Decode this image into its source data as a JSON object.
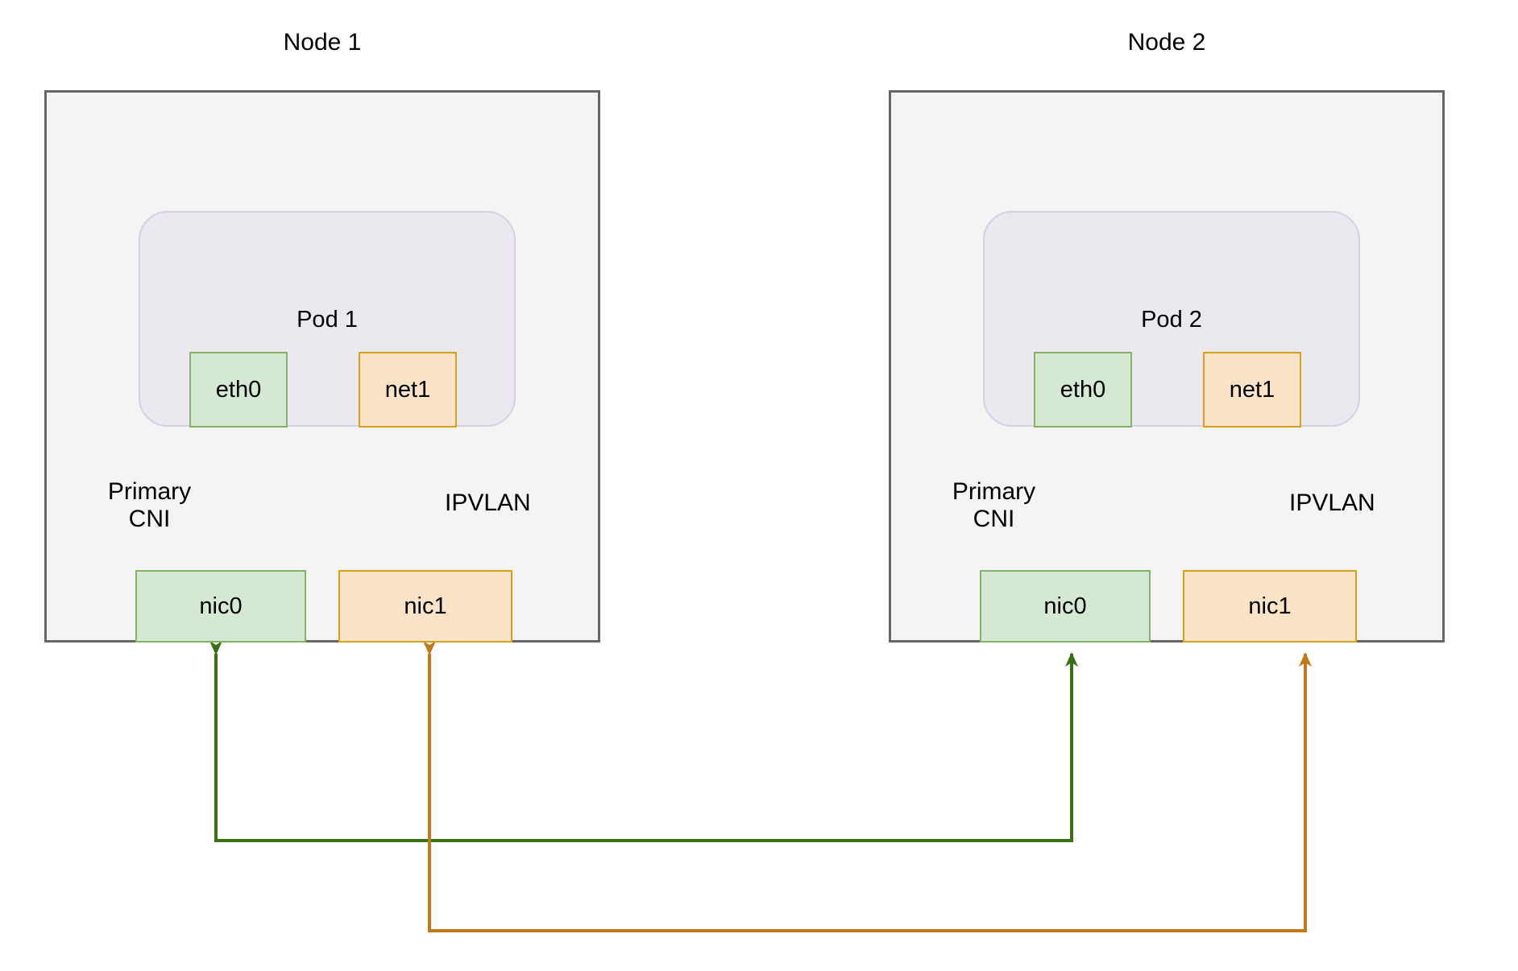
{
  "diagram": {
    "title_node1": "Node 1",
    "title_node2": "Node 2",
    "colors": {
      "node_fill": "#f4f4f4",
      "node_stroke": "#666666",
      "pod_fill": "#ebe8f0",
      "pod_stroke": "#d6cee3",
      "green_fill": "#d5e8d4",
      "green_stroke": "#82b366",
      "orange_fill": "#fae3c6",
      "orange_stroke": "#d6a21c",
      "green_link": "#3a7014",
      "orange_link": "#c07818",
      "arrow_black": "#000000"
    }
  },
  "nodes": [
    {
      "id": "node1",
      "title": "Node 1",
      "pod": {
        "title": "Pod 1",
        "interfaces": [
          {
            "name": "eth0",
            "kind": "green"
          },
          {
            "name": "net1",
            "kind": "orange"
          }
        ]
      },
      "nics": [
        {
          "name": "nic0",
          "kind": "green"
        },
        {
          "name": "nic1",
          "kind": "orange"
        }
      ],
      "edge_labels": [
        {
          "text": "Primary\nCNI",
          "for": "eth0-nic0"
        },
        {
          "text": "IPVLAN",
          "for": "net1-nic1"
        }
      ]
    },
    {
      "id": "node2",
      "title": "Node 2",
      "pod": {
        "title": "Pod 2",
        "interfaces": [
          {
            "name": "eth0",
            "kind": "green"
          },
          {
            "name": "net1",
            "kind": "orange"
          }
        ]
      },
      "nics": [
        {
          "name": "nic0",
          "kind": "green"
        },
        {
          "name": "nic1",
          "kind": "orange"
        }
      ],
      "edge_labels": [
        {
          "text": "Primary\nCNI",
          "for": "eth0-nic0"
        },
        {
          "text": "IPVLAN",
          "for": "net1-nic1"
        }
      ]
    }
  ],
  "links": [
    {
      "id": "nic0-nic0",
      "kind": "green",
      "from": "node1.nic0",
      "to": "node2.nic0"
    },
    {
      "id": "nic1-nic1",
      "kind": "orange",
      "from": "node1.nic1",
      "to": "node2.nic1"
    }
  ]
}
